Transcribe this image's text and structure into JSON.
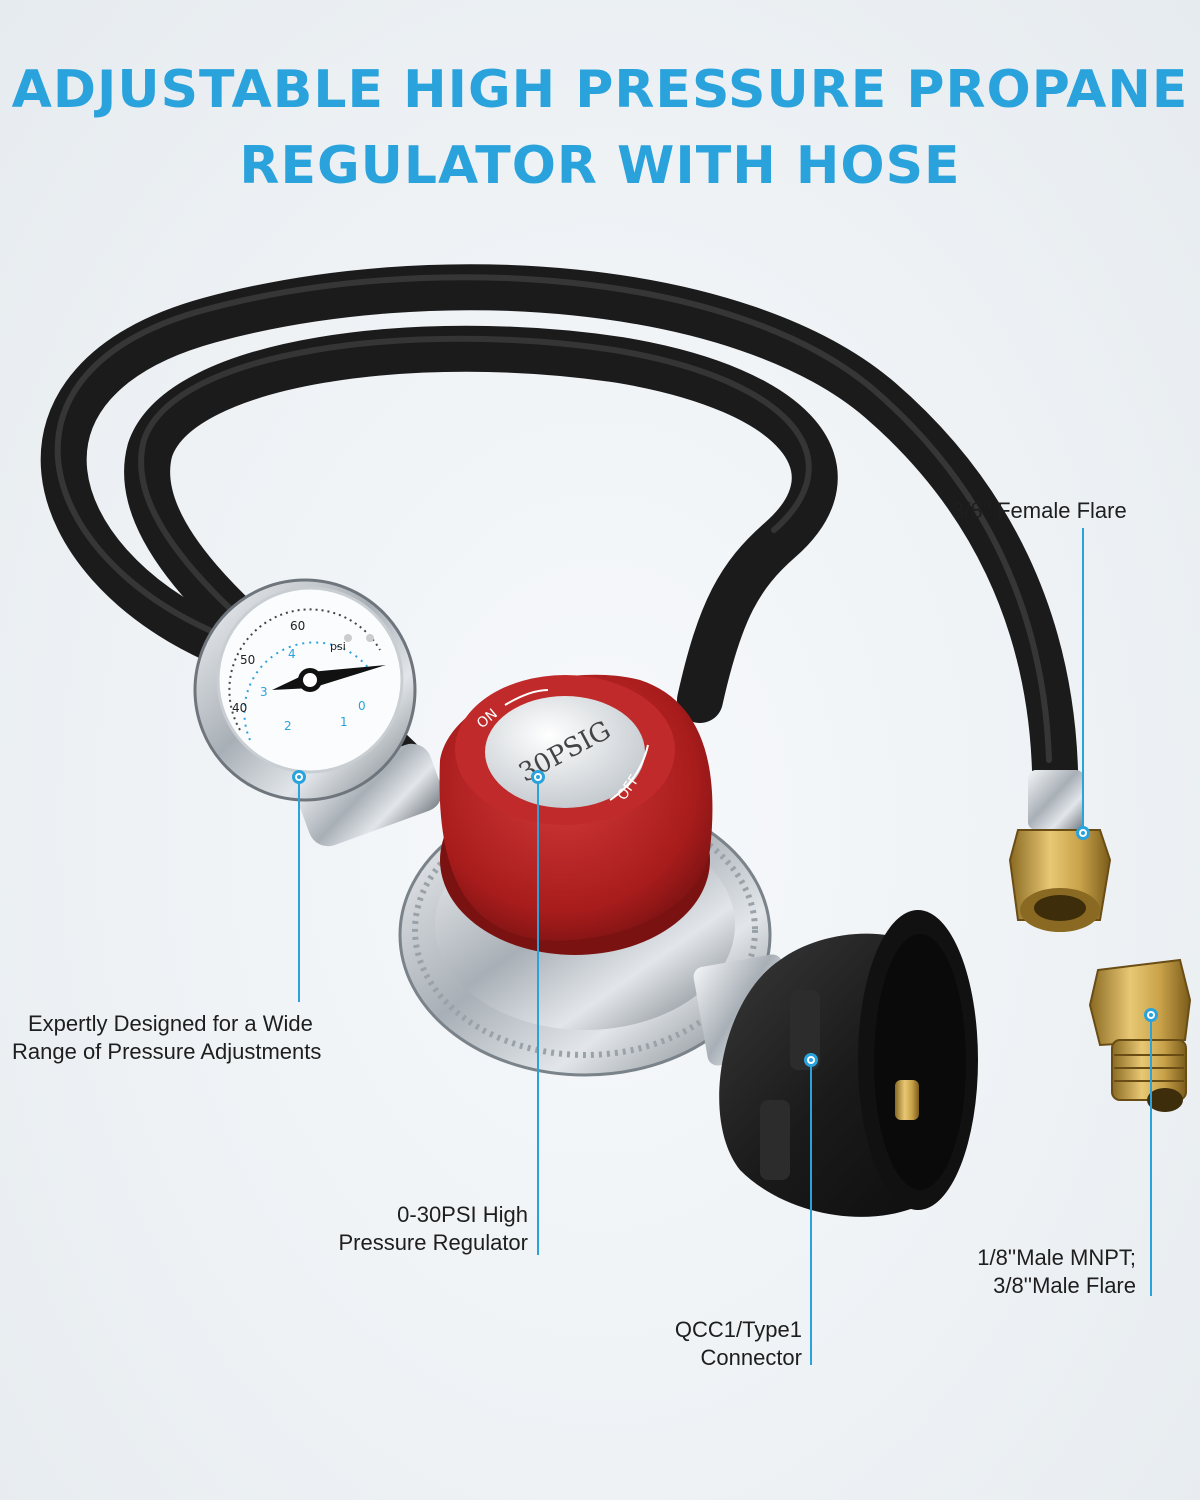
{
  "headline": {
    "line1": "ADJUSTABLE HIGH PRESSURE PROPANE",
    "line2": "REGULATOR WITH HOSE"
  },
  "gauge": {
    "scale_labels": [
      "40",
      "50",
      "60",
      "0",
      "1",
      "2",
      "3",
      "4"
    ],
    "unit": "psi"
  },
  "knob": {
    "face_text": "30PSIG",
    "on_text": "ON",
    "off_text": "OFF"
  },
  "callouts": {
    "female_flare": "3/8'' Female Flare",
    "wide_range_line1": "Expertly Designed for a Wide",
    "wide_range_line2": "Range of Pressure Adjustments",
    "regulator_line1": "0-30PSI High",
    "regulator_line2": "Pressure Regulator",
    "male_line1": "1/8''Male MNPT;",
    "male_line2": "3/8''Male Flare",
    "qcc1_line1": "QCC1/Type1",
    "qcc1_line2": "Connector"
  },
  "colors": {
    "accent": "#2aa3dd",
    "knob_red": "#b51f1f",
    "hose_black": "#1b1b1b",
    "brass": "#c9a24a"
  }
}
